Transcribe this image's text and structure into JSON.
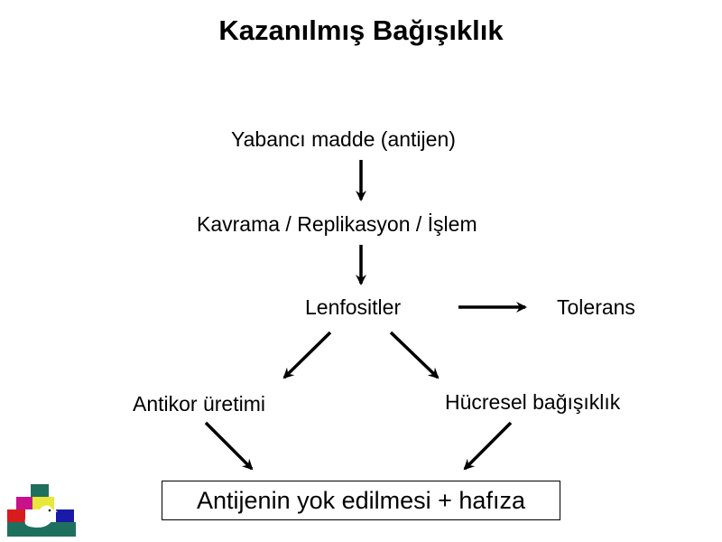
{
  "title": "Kazanılmış Bağışıklık",
  "nodes": {
    "antigen": "Yabancı madde (antijen)",
    "processing": "Kavrama / Replikasyon / İşlem",
    "lymphocytes": "Lenfositler",
    "tolerance": "Tolerans",
    "antibody": "Antikor üretimi",
    "cellular": "Hücresel bağışıklık",
    "result": "Antijenin yok edilmesi + hafıza"
  },
  "logo": {
    "icon": "bird-on-bricks-logo",
    "colors": [
      "#1f6f5f",
      "#c8128c",
      "#e8e83a",
      "#1a1aa8",
      "#d81c1c",
      "#ffffff"
    ]
  }
}
